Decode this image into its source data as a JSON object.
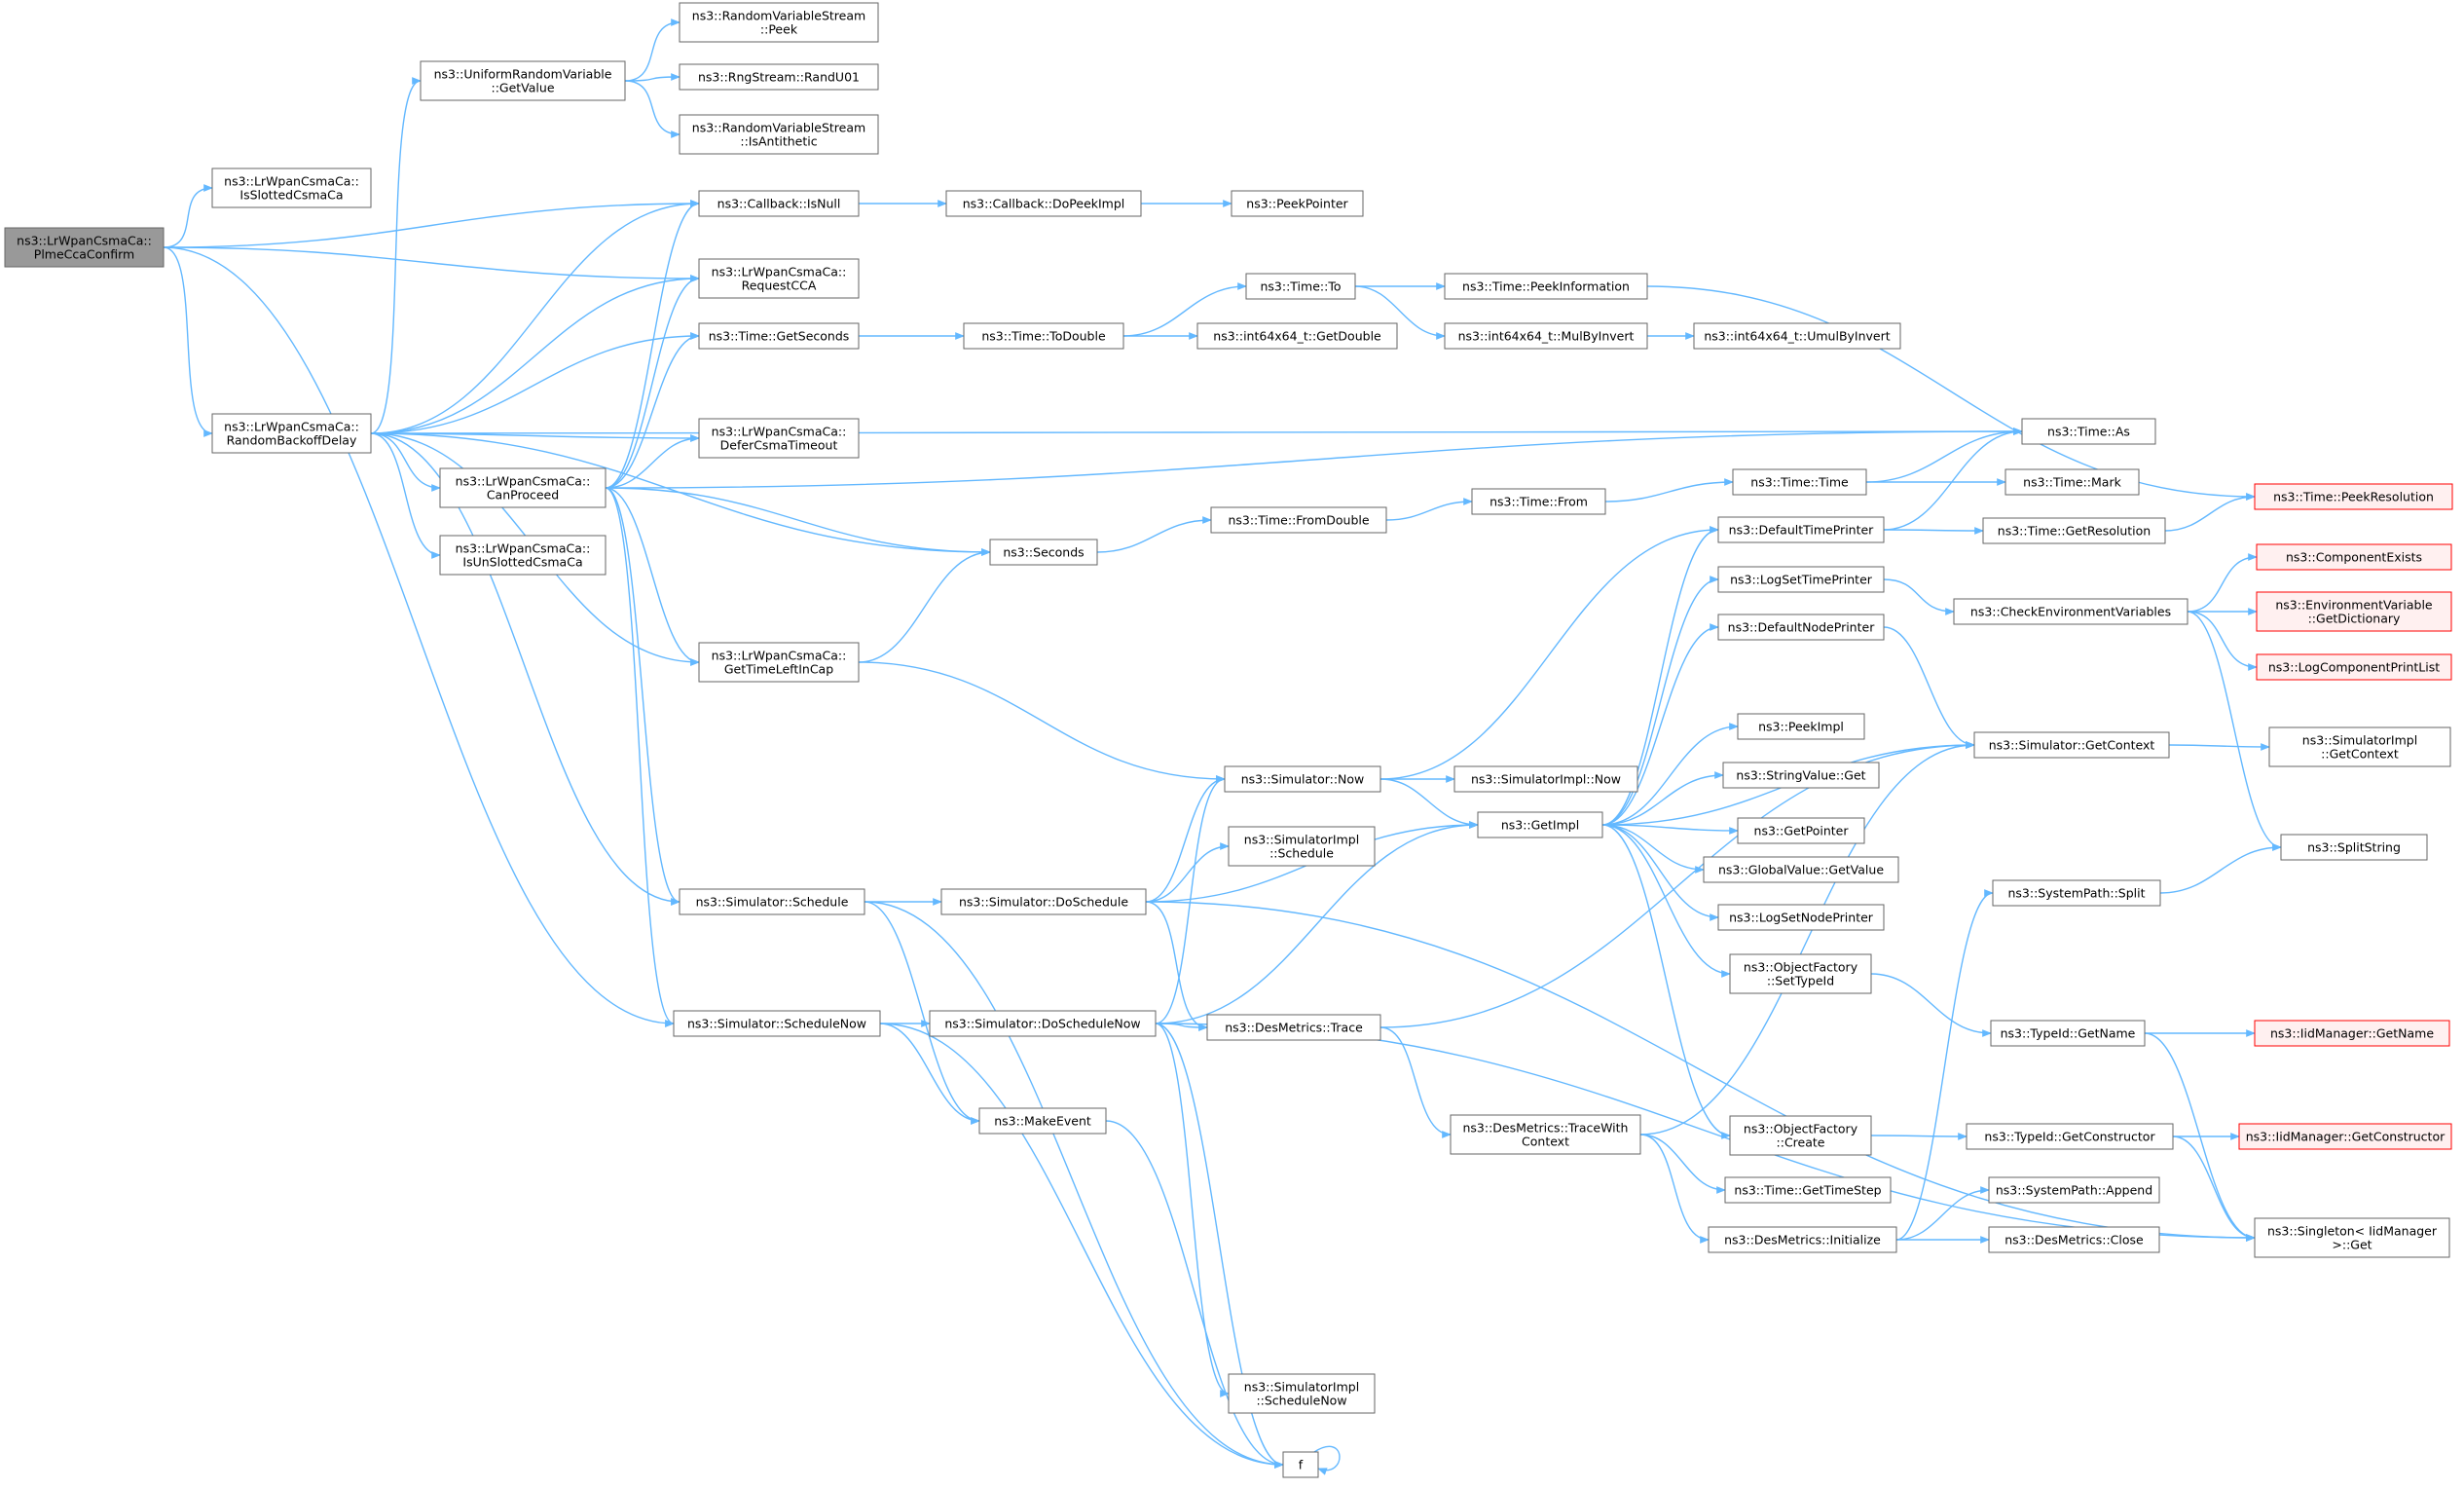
{
  "colors": {
    "edge": "#63b8ff",
    "node_border": "#666666",
    "node_fill": "#ffffff",
    "root_fill": "#999999",
    "truncated_border": "#ff0000",
    "truncated_fill": "#fff0f0",
    "text": "#000000"
  },
  "nodes": [
    {
      "id": "root",
      "lines": [
        "ns3::LrWpanCsmaCa::",
        "PlmeCcaConfirm"
      ],
      "style": "root"
    },
    {
      "id": "isslotted",
      "lines": [
        "ns3::LrWpanCsmaCa::",
        "IsSlottedCsmaCa"
      ]
    },
    {
      "id": "randombackoff",
      "lines": [
        "ns3::LrWpanCsmaCa::",
        "RandomBackoffDelay"
      ]
    },
    {
      "id": "uniformgetvalue",
      "lines": [
        "ns3::UniformRandomVariable",
        "::GetValue"
      ]
    },
    {
      "id": "rvspeek",
      "lines": [
        "ns3::RandomVariableStream",
        "::Peek"
      ]
    },
    {
      "id": "randu01",
      "lines": [
        "ns3::RngStream::RandU01"
      ]
    },
    {
      "id": "isantithetic",
      "lines": [
        "ns3::RandomVariableStream",
        "::IsAntithetic"
      ]
    },
    {
      "id": "cbisnull",
      "lines": [
        "ns3::Callback::IsNull"
      ]
    },
    {
      "id": "cbdopeekimpl",
      "lines": [
        "ns3::Callback::DoPeekImpl"
      ]
    },
    {
      "id": "peekpointer",
      "lines": [
        "ns3::PeekPointer"
      ]
    },
    {
      "id": "requestcca",
      "lines": [
        "ns3::LrWpanCsmaCa::",
        "RequestCCA"
      ]
    },
    {
      "id": "getseconds",
      "lines": [
        "ns3::Time::GetSeconds"
      ]
    },
    {
      "id": "todouble",
      "lines": [
        "ns3::Time::ToDouble"
      ]
    },
    {
      "id": "timeto",
      "lines": [
        "ns3::Time::To"
      ]
    },
    {
      "id": "peekinfo",
      "lines": [
        "ns3::Time::PeekInformation"
      ]
    },
    {
      "id": "getdouble",
      "lines": [
        "ns3::int64x64_t::GetDouble"
      ]
    },
    {
      "id": "mulbyinvert",
      "lines": [
        "ns3::int64x64_t::MulByInvert"
      ]
    },
    {
      "id": "umulbyinvert",
      "lines": [
        "ns3::int64x64_t::UmulByInvert"
      ]
    },
    {
      "id": "defercsma",
      "lines": [
        "ns3::LrWpanCsmaCa::",
        "DeferCsmaTimeout"
      ]
    },
    {
      "id": "timeas",
      "lines": [
        "ns3::Time::As"
      ]
    },
    {
      "id": "canproceed",
      "lines": [
        "ns3::LrWpanCsmaCa::",
        "CanProceed"
      ]
    },
    {
      "id": "isunslotted",
      "lines": [
        "ns3::LrWpanCsmaCa::",
        "IsUnSlottedCsmaCa"
      ]
    },
    {
      "id": "seconds",
      "lines": [
        "ns3::Seconds"
      ]
    },
    {
      "id": "fromdouble",
      "lines": [
        "ns3::Time::FromDouble"
      ]
    },
    {
      "id": "timefrom",
      "lines": [
        "ns3::Time::From"
      ]
    },
    {
      "id": "timetime",
      "lines": [
        "ns3::Time::Time"
      ]
    },
    {
      "id": "timemark",
      "lines": [
        "ns3::Time::Mark"
      ]
    },
    {
      "id": "peekres",
      "lines": [
        "ns3::Time::PeekResolution"
      ],
      "style": "truncated"
    },
    {
      "id": "gettimeleft",
      "lines": [
        "ns3::LrWpanCsmaCa::",
        "GetTimeLeftInCap"
      ]
    },
    {
      "id": "deftimeprinter",
      "lines": [
        "ns3::DefaultTimePrinter"
      ]
    },
    {
      "id": "getresolution",
      "lines": [
        "ns3::Time::GetResolution"
      ]
    },
    {
      "id": "logsettimeprinter",
      "lines": [
        "ns3::LogSetTimePrinter"
      ]
    },
    {
      "id": "checkenv",
      "lines": [
        "ns3::CheckEnvironmentVariables"
      ]
    },
    {
      "id": "compexists",
      "lines": [
        "ns3::ComponentExists"
      ],
      "style": "truncated"
    },
    {
      "id": "envgetdict",
      "lines": [
        "ns3::EnvironmentVariable",
        "::GetDictionary"
      ],
      "style": "truncated"
    },
    {
      "id": "logcomplist",
      "lines": [
        "ns3::LogComponentPrintList"
      ],
      "style": "truncated"
    },
    {
      "id": "defnodeprinter",
      "lines": [
        "ns3::DefaultNodePrinter"
      ]
    },
    {
      "id": "simnow",
      "lines": [
        "ns3::Simulator::Now"
      ]
    },
    {
      "id": "simimplnow",
      "lines": [
        "ns3::SimulatorImpl::Now"
      ]
    },
    {
      "id": "peekimpl",
      "lines": [
        "ns3::PeekImpl"
      ]
    },
    {
      "id": "simgetcontext",
      "lines": [
        "ns3::Simulator::GetContext"
      ]
    },
    {
      "id": "simimplgetcontext",
      "lines": [
        "ns3::SimulatorImpl",
        "::GetContext"
      ]
    },
    {
      "id": "stringvalueget",
      "lines": [
        "ns3::StringValue::Get"
      ]
    },
    {
      "id": "getimpl",
      "lines": [
        "ns3::GetImpl"
      ]
    },
    {
      "id": "getpointer",
      "lines": [
        "ns3::GetPointer"
      ]
    },
    {
      "id": "simimplschedule",
      "lines": [
        "ns3::SimulatorImpl",
        "::Schedule"
      ]
    },
    {
      "id": "splitstring",
      "lines": [
        "ns3::SplitString"
      ]
    },
    {
      "id": "globalvalueget",
      "lines": [
        "ns3::GlobalValue::GetValue"
      ]
    },
    {
      "id": "sysplit",
      "lines": [
        "ns3::SystemPath::Split"
      ]
    },
    {
      "id": "simschedule",
      "lines": [
        "ns3::Simulator::Schedule"
      ]
    },
    {
      "id": "simdoschedule",
      "lines": [
        "ns3::Simulator::DoSchedule"
      ]
    },
    {
      "id": "logsetnodeprinter",
      "lines": [
        "ns3::LogSetNodePrinter"
      ]
    },
    {
      "id": "ofsettypeid",
      "lines": [
        "ns3::ObjectFactory",
        "::SetTypeId"
      ]
    },
    {
      "id": "typeidgetname",
      "lines": [
        "ns3::TypeId::GetName"
      ]
    },
    {
      "id": "iidgetname",
      "lines": [
        "ns3::IidManager::GetName"
      ],
      "style": "truncated"
    },
    {
      "id": "simschedulenow",
      "lines": [
        "ns3::Simulator::ScheduleNow"
      ]
    },
    {
      "id": "simdoschedulenow",
      "lines": [
        "ns3::Simulator::DoScheduleNow"
      ]
    },
    {
      "id": "desmtrace",
      "lines": [
        "ns3::DesMetrics::Trace"
      ]
    },
    {
      "id": "makeevent",
      "lines": [
        "ns3::MakeEvent"
      ]
    },
    {
      "id": "desmtracectx",
      "lines": [
        "ns3::DesMetrics::TraceWith",
        "Context"
      ]
    },
    {
      "id": "ofcreate",
      "lines": [
        "ns3::ObjectFactory",
        "::Create"
      ]
    },
    {
      "id": "typeidgetctor",
      "lines": [
        "ns3::TypeId::GetConstructor"
      ]
    },
    {
      "id": "iidgetctor",
      "lines": [
        "ns3::IidManager::GetConstructor"
      ],
      "style": "truncated"
    },
    {
      "id": "timegetstep",
      "lines": [
        "ns3::Time::GetTimeStep"
      ]
    },
    {
      "id": "sysappend",
      "lines": [
        "ns3::SystemPath::Append"
      ]
    },
    {
      "id": "desminit",
      "lines": [
        "ns3::DesMetrics::Initialize"
      ]
    },
    {
      "id": "desmclose",
      "lines": [
        "ns3::DesMetrics::Close"
      ]
    },
    {
      "id": "singletonget",
      "lines": [
        "ns3::Singleton< IidManager",
        " >::Get"
      ]
    },
    {
      "id": "simimplschedulenow",
      "lines": [
        "ns3::SimulatorImpl",
        "::ScheduleNow"
      ]
    },
    {
      "id": "f",
      "lines": [
        "f"
      ]
    }
  ],
  "edges": [
    [
      "root",
      "isslotted"
    ],
    [
      "root",
      "randombackoff"
    ],
    [
      "root",
      "cbisnull"
    ],
    [
      "root",
      "requestcca"
    ],
    [
      "root",
      "simschedulenow"
    ],
    [
      "randombackoff",
      "uniformgetvalue"
    ],
    [
      "randombackoff",
      "cbisnull"
    ],
    [
      "randombackoff",
      "requestcca"
    ],
    [
      "randombackoff",
      "getseconds"
    ],
    [
      "randombackoff",
      "defercsma"
    ],
    [
      "randombackoff",
      "timeas"
    ],
    [
      "randombackoff",
      "canproceed"
    ],
    [
      "randombackoff",
      "isunslotted"
    ],
    [
      "randombackoff",
      "seconds"
    ],
    [
      "randombackoff",
      "gettimeleft"
    ],
    [
      "randombackoff",
      "simschedule"
    ],
    [
      "uniformgetvalue",
      "rvspeek"
    ],
    [
      "uniformgetvalue",
      "randu01"
    ],
    [
      "uniformgetvalue",
      "isantithetic"
    ],
    [
      "cbisnull",
      "cbdopeekimpl"
    ],
    [
      "cbdopeekimpl",
      "peekpointer"
    ],
    [
      "getseconds",
      "todouble"
    ],
    [
      "todouble",
      "timeto"
    ],
    [
      "todouble",
      "getdouble"
    ],
    [
      "timeto",
      "peekinfo"
    ],
    [
      "timeto",
      "mulbyinvert"
    ],
    [
      "mulbyinvert",
      "umulbyinvert"
    ],
    [
      "peekinfo",
      "peekres"
    ],
    [
      "canproceed",
      "cbisnull"
    ],
    [
      "canproceed",
      "requestcca"
    ],
    [
      "canproceed",
      "getseconds"
    ],
    [
      "canproceed",
      "defercsma"
    ],
    [
      "canproceed",
      "timeas"
    ],
    [
      "canproceed",
      "seconds"
    ],
    [
      "canproceed",
      "gettimeleft"
    ],
    [
      "canproceed",
      "simschedule"
    ],
    [
      "canproceed",
      "simschedulenow"
    ],
    [
      "seconds",
      "fromdouble"
    ],
    [
      "fromdouble",
      "timefrom"
    ],
    [
      "timefrom",
      "timetime"
    ],
    [
      "timetime",
      "timemark"
    ],
    [
      "timetime",
      "timeas"
    ],
    [
      "gettimeleft",
      "seconds"
    ],
    [
      "gettimeleft",
      "simnow"
    ],
    [
      "simnow",
      "simimplnow"
    ],
    [
      "simnow",
      "getimpl"
    ],
    [
      "simnow",
      "deftimeprinter"
    ],
    [
      "deftimeprinter",
      "timeas"
    ],
    [
      "deftimeprinter",
      "getresolution"
    ],
    [
      "getresolution",
      "peekres"
    ],
    [
      "logsettimeprinter",
      "checkenv"
    ],
    [
      "checkenv",
      "compexists"
    ],
    [
      "checkenv",
      "envgetdict"
    ],
    [
      "checkenv",
      "logcomplist"
    ],
    [
      "checkenv",
      "splitstring"
    ],
    [
      "defnodeprinter",
      "simgetcontext"
    ],
    [
      "simgetcontext",
      "simimplgetcontext"
    ],
    [
      "getimpl",
      "deftimeprinter"
    ],
    [
      "getimpl",
      "logsettimeprinter"
    ],
    [
      "getimpl",
      "defnodeprinter"
    ],
    [
      "getimpl",
      "simgetcontext"
    ],
    [
      "getimpl",
      "peekimpl"
    ],
    [
      "getimpl",
      "stringvalueget"
    ],
    [
      "getimpl",
      "getpointer"
    ],
    [
      "getimpl",
      "globalvalueget"
    ],
    [
      "getimpl",
      "logsetnodeprinter"
    ],
    [
      "getimpl",
      "ofsettypeid"
    ],
    [
      "getimpl",
      "ofcreate"
    ],
    [
      "sysplit",
      "splitstring"
    ],
    [
      "ofsettypeid",
      "typeidgetname"
    ],
    [
      "typeidgetname",
      "iidgetname"
    ],
    [
      "typeidgetname",
      "singletonget"
    ],
    [
      "simschedule",
      "simdoschedule"
    ],
    [
      "simschedule",
      "makeevent"
    ],
    [
      "simschedule",
      "f"
    ],
    [
      "simdoschedule",
      "simnow"
    ],
    [
      "simdoschedule",
      "simimplschedule"
    ],
    [
      "simdoschedule",
      "getimpl"
    ],
    [
      "simdoschedule",
      "desmtrace"
    ],
    [
      "simdoschedule",
      "singletonget"
    ],
    [
      "simschedulenow",
      "simdoschedulenow"
    ],
    [
      "simschedulenow",
      "makeevent"
    ],
    [
      "simschedulenow",
      "f"
    ],
    [
      "simdoschedulenow",
      "simnow"
    ],
    [
      "simdoschedulenow",
      "getimpl"
    ],
    [
      "simdoschedulenow",
      "desmtrace"
    ],
    [
      "simdoschedulenow",
      "simimplschedulenow"
    ],
    [
      "simdoschedulenow",
      "singletonget"
    ],
    [
      "simdoschedulenow",
      "f"
    ],
    [
      "desmtrace",
      "simgetcontext"
    ],
    [
      "desmtrace",
      "desmtracectx"
    ],
    [
      "desmtracectx",
      "simgetcontext"
    ],
    [
      "desmtracectx",
      "timegetstep"
    ],
    [
      "desmtracectx",
      "desminit"
    ],
    [
      "desminit",
      "sysplit"
    ],
    [
      "desminit",
      "sysappend"
    ],
    [
      "desminit",
      "desmclose"
    ],
    [
      "ofcreate",
      "typeidgetctor"
    ],
    [
      "typeidgetctor",
      "iidgetctor"
    ],
    [
      "typeidgetctor",
      "singletonget"
    ],
    [
      "makeevent",
      "f"
    ],
    [
      "f",
      "f"
    ]
  ]
}
